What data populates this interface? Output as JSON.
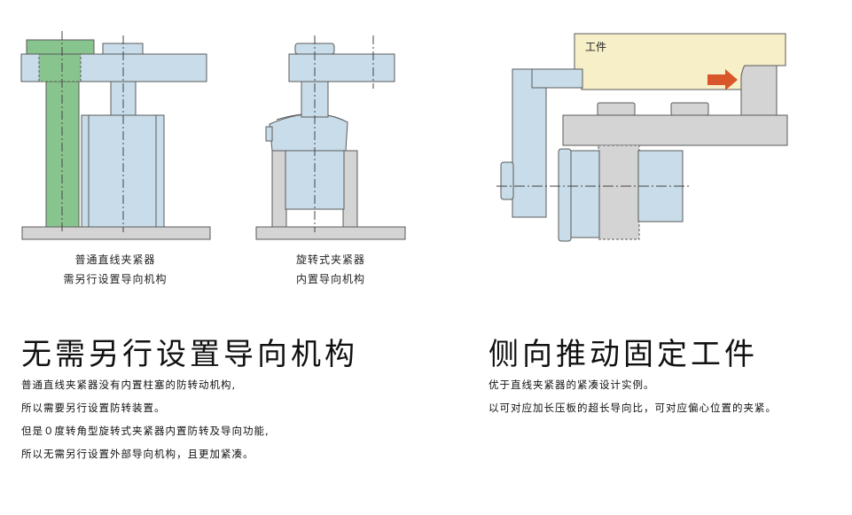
{
  "colors": {
    "part_blue": "#c8dde9",
    "guide_green": "#88c48e",
    "base_gray": "#d4d4d4",
    "workpiece_yellow": "#f6efc8",
    "arrow_red": "#d9562a",
    "outline": "#5a5a5a"
  },
  "figures": {
    "fig1": {
      "caption_line1": "普通直线夹紧器",
      "caption_line2": "需另行设置导向机构"
    },
    "fig2": {
      "caption_line1": "旋转式夹紧器",
      "caption_line2": "内置导向机构"
    },
    "fig3": {
      "workpiece_label": "工件"
    }
  },
  "left": {
    "heading": "无需另行设置导向机构",
    "lines": [
      "普通直线夹紧器没有内置柱塞的防转动机构,",
      "所以需要另行设置防转装置。",
      "但是０度转角型旋转式夹紧器内置防转及导向功能,",
      "所以无需另行设置外部导向机构，且更加紧凑。"
    ]
  },
  "right": {
    "heading": "侧向推动固定工件",
    "lines": [
      "优于直线夹紧器的紧凑设计实例。",
      "以可对应加长压板的超长导向比，可对应偏心位置的夹紧。"
    ]
  }
}
